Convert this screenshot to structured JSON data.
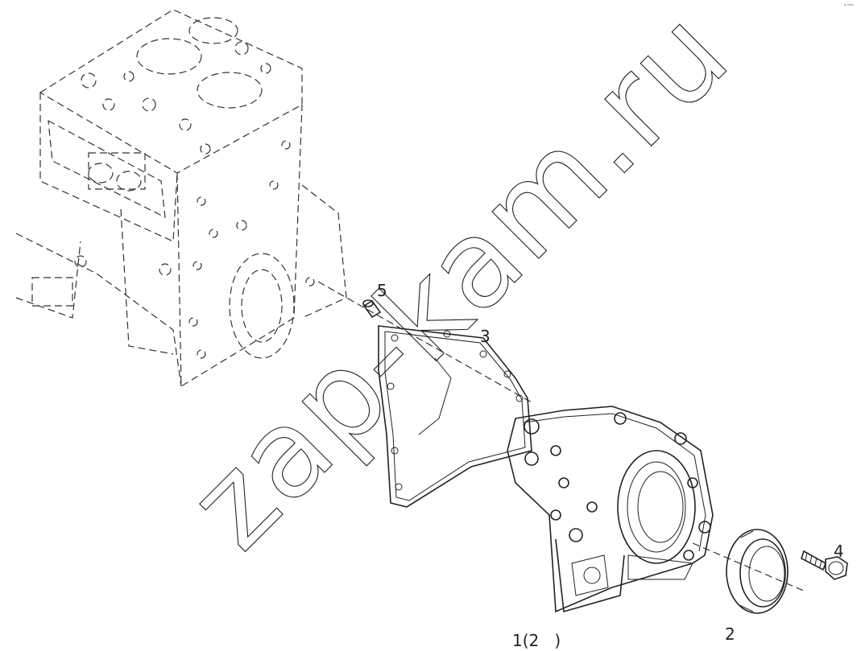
{
  "diagram": {
    "corner_mark": "ᵃ ᵐᵐ",
    "callouts": {
      "part1": "1(2   )",
      "part2": "2",
      "part3": "3",
      "part4": "4",
      "part5": "5"
    },
    "watermark": "zap-kam.ru"
  }
}
